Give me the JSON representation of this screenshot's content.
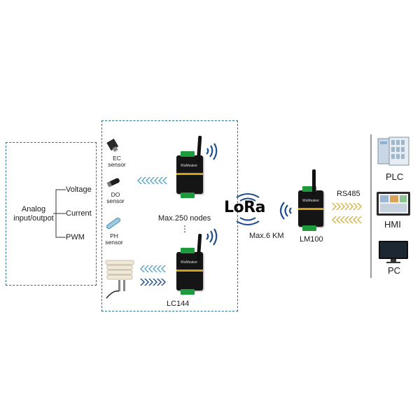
{
  "analog": {
    "title_line1": "Analog",
    "title_line2": "input/outpot",
    "voltage": "Voltage",
    "current": "Current",
    "pwm": "PWM"
  },
  "sensors": {
    "ec_line1": "EC",
    "ec_line2": "sensor",
    "do_line1": "DO",
    "do_line2": "sensor",
    "ph_line1": "PH",
    "ph_line2": "sensor"
  },
  "nodes": {
    "max_nodes": "Max.250 nodes",
    "ellipsis": "⋮",
    "model": "LC144",
    "brand": "WuMeaker"
  },
  "lora": {
    "logo": "LoRa",
    "range": "Max.6 KM"
  },
  "gateway": {
    "model": "LM100",
    "protocol": "RS485"
  },
  "endpoints": {
    "plc": "PLC",
    "hmi": "HMI",
    "pc": "PC"
  },
  "colors": {
    "dashed_border": "#2a6f8f",
    "device_body": "#151515",
    "terminal_green": "#1d9b3c",
    "signal_blue": "#1f4e8c",
    "arrow_blue": "#5aa6c8",
    "arrow_gold": "#d9b24a"
  }
}
